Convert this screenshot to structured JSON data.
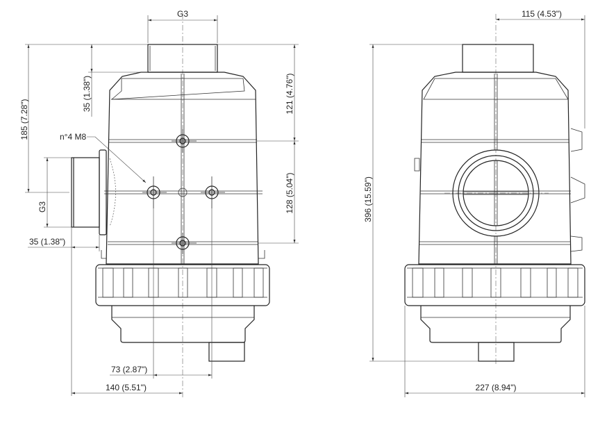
{
  "drawing": {
    "left_view": {
      "top_thread_label": "G3",
      "side_thread_label": "G3",
      "cap_height_label": "35 (1.38\")",
      "total_upper_height_label": "185 (7.28\")",
      "upper_bolt_height_label": "121 (4.76\")",
      "bolt_spacing_label": "128 (5.04\")",
      "bolt_callout": "n°4 M8",
      "side_outlet_length_label": "35 (1.38\")",
      "bolt_pitch_label": "73 (2.87\")",
      "half_width_label": "140 (5.51\")"
    },
    "right_view": {
      "offset_label": "115 (4.53\")",
      "total_height_label": "396 (15.59\")",
      "total_width_label": "227 (8.94\")"
    }
  }
}
